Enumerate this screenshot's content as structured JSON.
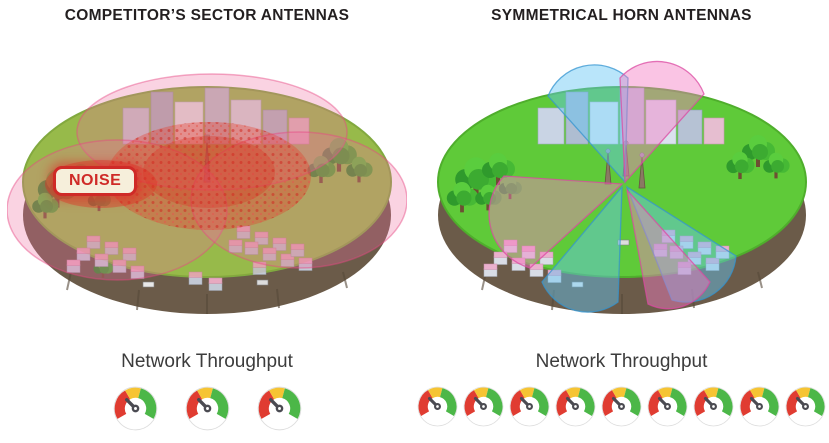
{
  "left_panel": {
    "title": "COMPETITOR’S SECTOR ANTENNAS",
    "noise_badge": "NOISE",
    "throughput_label": "Network Throughput",
    "gauge_count": 3
  },
  "right_panel": {
    "title": "SYMMETRICAL HORN ANTENNAS",
    "throughput_label": "Network Throughput",
    "gauge_count": 9
  },
  "colors": {
    "title_text": "#231f20",
    "noise_red": "#cf2a27",
    "noise_badge_bg": "#f6efdb",
    "island_green_left": "#93c150",
    "island_green_right": "#5fca39",
    "island_side_brown": "#6b5b49",
    "interference_pink": "#ee6ea0",
    "interference_red": "#e43c28",
    "beam_blue": "#64c5f5",
    "beam_pink": "#f37cc4",
    "gauge_red": "#e03c31",
    "gauge_yellow": "#f6c433",
    "gauge_green": "#4cb748",
    "gauge_needle": "#4b4b52"
  }
}
